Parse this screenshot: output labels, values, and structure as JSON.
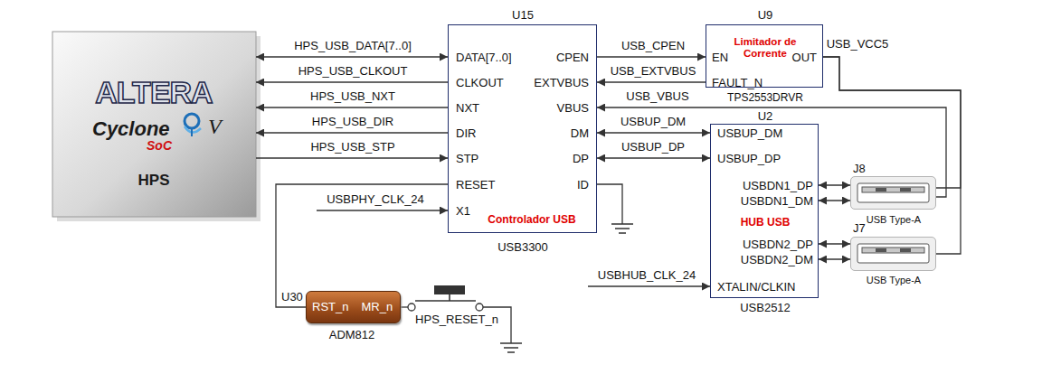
{
  "diagram": {
    "nodes": [
      {
        "text": [
          "ALTERA",
          "Cyclone",
          "V",
          "SoC",
          "HPS"
        ]
      },
      {
        "text": [
          "U15",
          "DATA[7..0]",
          "CLKOUT",
          "NXT",
          "DIR",
          "STP",
          "RESET",
          "X1",
          "CPEN",
          "EXTVBUS",
          "VBUS",
          "DM",
          "DP",
          "ID",
          "Controlador USB",
          "USB3300"
        ]
      },
      {
        "text": [
          "U9",
          "Limitador de Corrente",
          "EN",
          "OUT",
          "FAULT_N",
          "TPS2553DRVR"
        ]
      },
      {
        "text": [
          "U2",
          "USBUP_DM",
          "USBUP_DP",
          "USBDN1_DP",
          "USBDN1_DM",
          "HUB USB",
          "USBDN2_DP",
          "USBDN2_DM",
          "XTALIN/CLKIN",
          "USB2512"
        ]
      },
      {
        "text": [
          "J8",
          "USB Type-A"
        ]
      },
      {
        "text": [
          "J7",
          "USB Type-A"
        ]
      },
      {
        "text": [
          "U30",
          "RST_n",
          "MR_n",
          "ADM812"
        ]
      }
    ],
    "edges": [
      {
        "from": 0,
        "to": 1,
        "arrow": "both",
        "label": "HPS_USB_DATA[7..0]"
      },
      {
        "from": 1,
        "to": 0,
        "arrow": "to",
        "label": "HPS_USB_CLKOUT"
      },
      {
        "from": 1,
        "to": 0,
        "arrow": "to",
        "label": "HPS_USB_NXT"
      },
      {
        "from": 1,
        "to": 0,
        "arrow": "to",
        "label": "HPS_USB_DIR"
      },
      {
        "from": 0,
        "to": 1,
        "arrow": "to",
        "label": "HPS_USB_STP"
      },
      {
        "from": 1,
        "to": 2,
        "arrow": "to",
        "label": "USB_CPEN"
      },
      {
        "from": 2,
        "to": 1,
        "arrow": "to",
        "label": "USB_EXTVBUS"
      },
      {
        "from": 4,
        "to": 1,
        "arrow": "to",
        "label": "USB_VBUS"
      },
      {
        "from": 2,
        "to": 4,
        "arrow": "none",
        "label": "USB_VCC5"
      },
      {
        "from": 2,
        "to": 5,
        "arrow": "none"
      },
      {
        "from": 1,
        "to": 3,
        "arrow": "both",
        "label": "USBUP_DM"
      },
      {
        "from": 1,
        "to": 3,
        "arrow": "both",
        "label": "USBUP_DP"
      },
      {
        "from": 3,
        "to": 4,
        "arrow": "both"
      },
      {
        "from": 3,
        "to": 4,
        "arrow": "both"
      },
      {
        "from": 3,
        "to": 5,
        "arrow": "both"
      },
      {
        "from": 3,
        "to": 5,
        "arrow": "both"
      },
      {
        "from": 6,
        "to": 1,
        "arrow": "none"
      }
    ],
    "labels": [
      "USBPHY_CLK_24",
      "USBHUB_CLK_24",
      "HPS_RESET_n"
    ]
  }
}
